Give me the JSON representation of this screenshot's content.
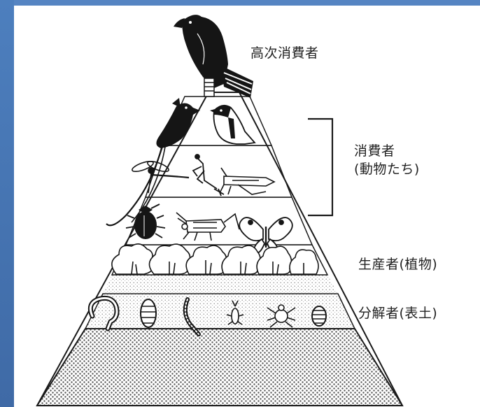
{
  "diagram": {
    "tiers": [
      {
        "id": "apex",
        "label": "高次消費者"
      },
      {
        "id": "consumers",
        "label_lines": [
          "消費者",
          "(動物たち)"
        ]
      },
      {
        "id": "producers",
        "label": "生産者(植物)"
      },
      {
        "id": "decomposers",
        "label": "分解者(表土)"
      }
    ]
  },
  "colors": {
    "frame": "#4a78b4",
    "background": "#ffffff",
    "ink": "#1a1a1a",
    "dot_fill": "#9a9a9a",
    "cross_fill": "#555555"
  },
  "icons": [
    "hawk-icon",
    "flycatcher-icon",
    "tit-bird-icon",
    "dragonfly-icon",
    "mantis-icon",
    "grasshopper-icon",
    "beetle-icon",
    "cricket-icon",
    "butterfly-icon",
    "tree-icon",
    "earthworm-icon",
    "larva-icon",
    "millipede-icon",
    "springtail-icon",
    "mite-icon",
    "pillbug-icon"
  ]
}
